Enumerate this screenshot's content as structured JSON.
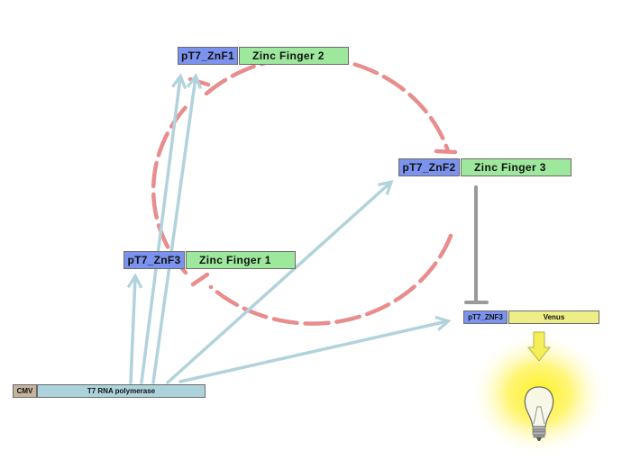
{
  "parts": {
    "znf1_promoter": "pT7_ZnF1",
    "znf1_gene": "Zinc Finger 2",
    "znf2_promoter": "pT7_ZnF2",
    "znf2_gene": "Zinc Finger 3",
    "znf3_promoter": "pT7_ZnF3",
    "znf3_gene": "Zinc Finger 1",
    "reporter_promoter": "pT7_ZNF3",
    "reporter_gene": "Venus",
    "cmv_promoter": "CMV",
    "polymerase_gene": "T7 RNA polymerase"
  },
  "colors": {
    "promoter": "#7b93ee",
    "zinc_finger_gene": "#9ee89e",
    "reporter_gene": "#eeee88",
    "polymerase_gene": "#acd3dc",
    "cmv_promoter": "#c5b39d",
    "activation_arrow": "#b2d2dc",
    "repression_loop": "#e88d8d",
    "repression_bar": "#9a9a9a",
    "glow": "#fff21a"
  },
  "icons": {
    "output": "light-bulb-icon",
    "output_arrow": "down-arrow-icon"
  }
}
